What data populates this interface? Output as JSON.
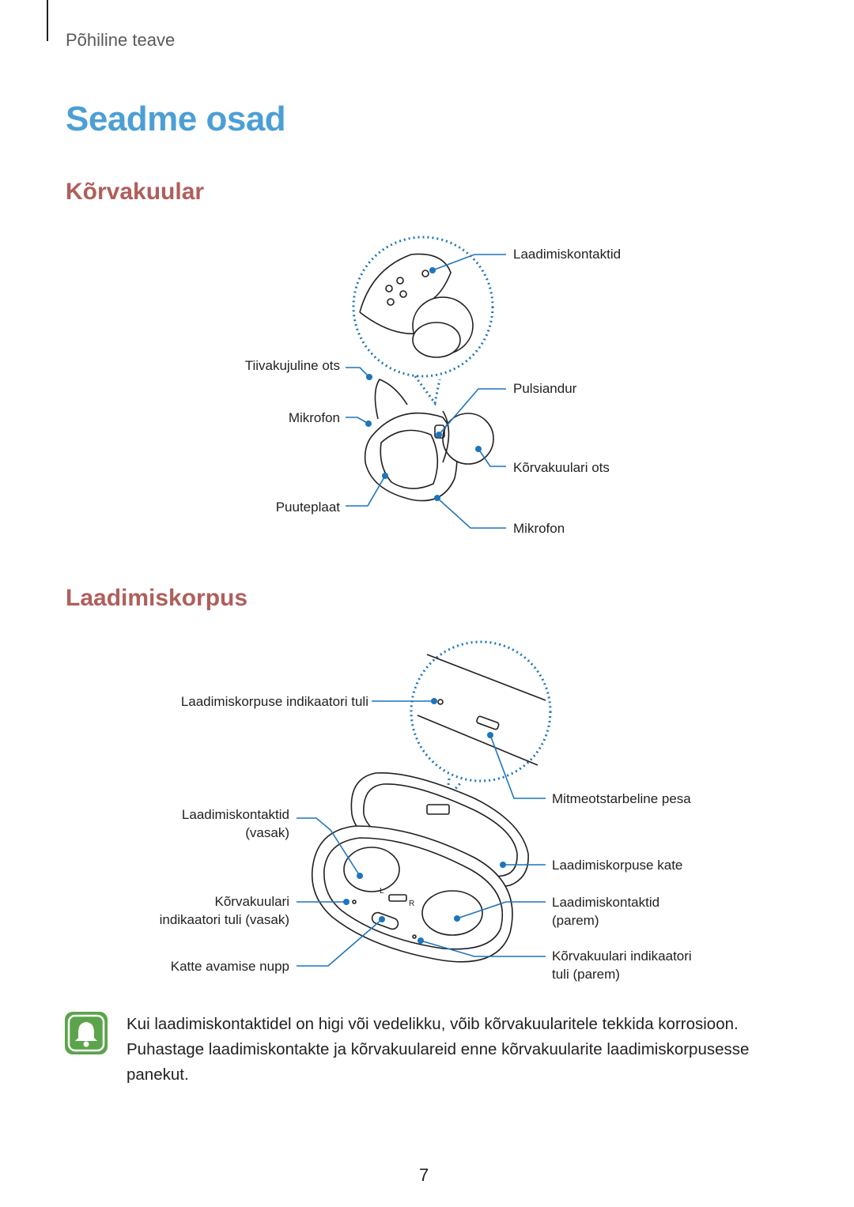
{
  "header": {
    "section": "Põhiline teave"
  },
  "title": "Seadme osad",
  "earbuds": {
    "heading": "Kõrvakuular",
    "labels": {
      "charging_contacts": "Laadimiskontaktid",
      "wing_tip": "Tiivakujuline ots",
      "heart_rate": "Pulsiandur",
      "mic_left": "Mikrofon",
      "ear_tip": "Kõrvakuulari ots",
      "touchpad": "Puuteplaat",
      "mic_bottom": "Mikrofon"
    }
  },
  "case": {
    "heading": "Laadimiskorpus",
    "labels": {
      "case_indicator": "Laadimiskorpuse indikaatori tuli",
      "multipurpose_jack": "Mitmeotstarbeline pesa",
      "contacts_left_1": "Laadimiskontaktid",
      "contacts_left_2": "(vasak)",
      "case_cover": "Laadimiskorpuse kate",
      "earbud_ind_left_1": "Kõrvakuulari",
      "earbud_ind_left_2": "indikaatori tuli (vasak)",
      "contacts_right_1": "Laadimiskontaktid",
      "contacts_right_2": "(parem)",
      "open_button": "Katte avamise nupp",
      "earbud_ind_right_1": "Kõrvakuulari indikaatori",
      "earbud_ind_right_2": "tuli (parem)",
      "mark_l": "L",
      "mark_r": "R"
    }
  },
  "note": {
    "icon": "bell-icon",
    "text": "Kui laadimiskontaktidel on higi või vedelikku, võib kõrvakuularitele tekkida korrosioon. Puhastage laadimiskontakte ja kõrvakuulareid enne kõrvakuularite laadimiskorpusesse panekut."
  },
  "page_number": "7",
  "colors": {
    "title": "#4b9fd5",
    "heading": "#b05e5b",
    "callout": "#1d75bc",
    "note_icon": "#5ba44c"
  }
}
